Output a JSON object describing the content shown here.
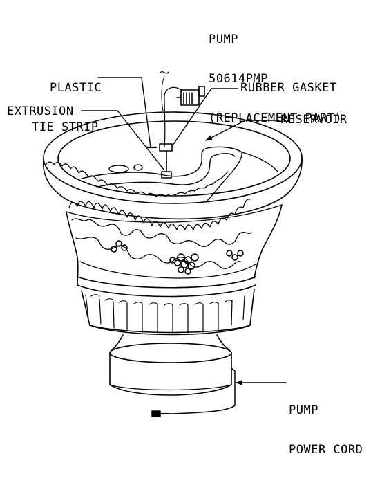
{
  "labels": {
    "pump": {
      "line1": "PUMP",
      "line2": "50614PMP",
      "line3": "(REPLACEMENT PART)"
    },
    "tie_strip": {
      "line1": "PLASTIC",
      "line2": "TIE STRIP"
    },
    "gasket": "RUBBER GASKET",
    "extrusion": "EXTRUSION",
    "reservoir": "RESERVOIR",
    "power_cord": {
      "line1": "PUMP",
      "line2": "POWER CORD"
    }
  },
  "colors": {
    "ink": "#000000",
    "paper": "#ffffff"
  }
}
